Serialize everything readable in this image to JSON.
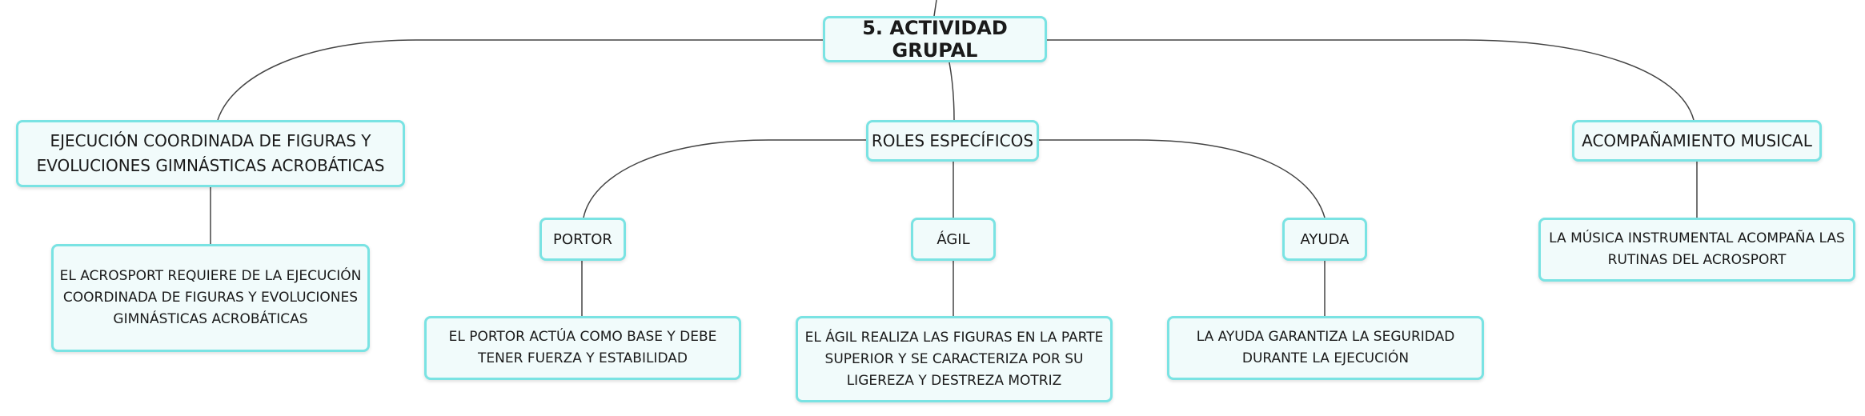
{
  "root": {
    "label": "5. ACTIVIDAD GRUPAL"
  },
  "branches": {
    "ejecucion": {
      "label": "EJECUCIÓN COORDINADA DE FIGURAS Y\nEVOLUCIONES GIMNÁSTICAS ACROBÁTICAS",
      "detail": "EL ACROSPORT REQUIERE DE LA EJECUCIÓN\nCOORDINADA DE FIGURAS Y EVOLUCIONES\nGIMNÁSTICAS ACROBÁTICAS"
    },
    "roles": {
      "label": "ROLES ESPECÍFICOS",
      "portor": {
        "label": "PORTOR",
        "detail": "EL PORTOR ACTÚA COMO BASE Y DEBE\nTENER FUERZA Y ESTABILIDAD"
      },
      "agil": {
        "label": "ÁGIL",
        "detail": "EL ÁGIL REALIZA LAS FIGURAS EN LA PARTE\nSUPERIOR Y SE CARACTERIZA POR SU\nLIGEREZA Y DESTREZA MOTRIZ"
      },
      "ayuda": {
        "label": "AYUDA",
        "detail": "LA AYUDA GARANTIZA LA SEGURIDAD\nDURANTE LA EJECUCIÓN"
      }
    },
    "musica": {
      "label": "ACOMPAÑAMIENTO MUSICAL",
      "detail": "LA MÚSICA INSTRUMENTAL ACOMPAÑA LAS\nRUTINAS DEL ACROSPORT"
    }
  }
}
